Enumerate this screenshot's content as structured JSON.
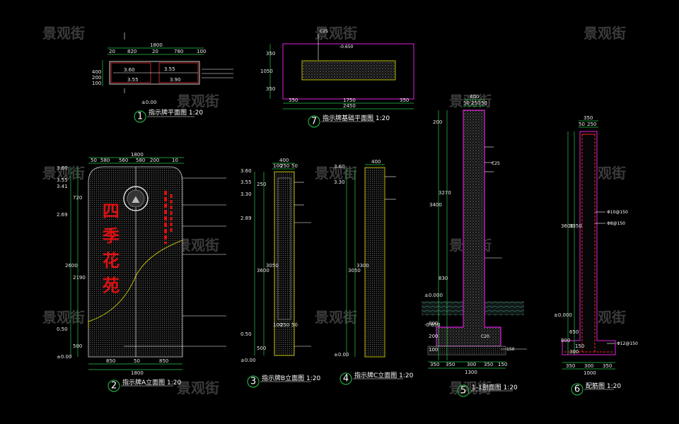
{
  "watermark": "景观街",
  "views": {
    "v1": {
      "num": "1",
      "title": "指示牌平面图 1:20"
    },
    "v2": {
      "num": "2",
      "title": "指示牌A立面图 1:20"
    },
    "v3": {
      "num": "3",
      "title": "指示牌B立面图 1:20"
    },
    "v4": {
      "num": "4",
      "title": "指示牌C立面图 1:20"
    },
    "v5": {
      "num": "5",
      "title": "1-1剖面图 1:20"
    },
    "v6": {
      "num": "6",
      "title": "配筋图 1:20"
    },
    "v7": {
      "num": "7",
      "title": "指示牌基础平面图 1:20"
    }
  },
  "plan1": {
    "top_total": "1800",
    "top_parts": [
      "20",
      "820",
      "20",
      "780",
      "100"
    ],
    "levels": [
      "3.60",
      "3.55",
      "3.55",
      "3.90"
    ],
    "left_dims": [
      "400",
      "200",
      "100"
    ],
    "base_level": "±0.00"
  },
  "found7": {
    "concrete_label": "C25",
    "level": "-0.650",
    "bottom_parts": [
      "350",
      "1750",
      "350"
    ],
    "bottom_total": "2450",
    "left_dims": [
      "350",
      "1050",
      "350"
    ]
  },
  "elevA": {
    "top_total": "1800",
    "top_parts": [
      "50",
      "580",
      "560",
      "580",
      "200",
      "10"
    ],
    "levels": [
      "3.60",
      "3.55",
      "3.41",
      "2.69",
      "0.50",
      "±0.00"
    ],
    "left_dims": [
      "720",
      "2190",
      "2600",
      "500"
    ],
    "bottom_parts": [
      "850",
      "50",
      "850"
    ],
    "bottom_total": "1800",
    "chars": [
      "四",
      "季",
      "花",
      "苑"
    ]
  },
  "elevB": {
    "top_total": "400",
    "top_parts": [
      "100",
      "250",
      "50"
    ],
    "levels": [
      "3.60",
      "3.55",
      "3.30",
      "2.89",
      "0.50",
      "±0.00"
    ],
    "dims": [
      "250",
      "3600",
      "3050",
      "500"
    ],
    "mid_parts": [
      "100",
      "250",
      "50"
    ]
  },
  "elevC": {
    "top": "400",
    "levels": [
      "3.60",
      "3.30",
      "±0.00"
    ],
    "dims": [
      "3050",
      "3300"
    ]
  },
  "sec5": {
    "top_total": "400",
    "top_parts": [
      "50",
      "250",
      "50"
    ],
    "left_dims": [
      "200",
      "3400",
      "3270",
      "830",
      "800",
      "200",
      "100"
    ],
    "mid_label": "C25",
    "level_a": "±0.000",
    "level_b": "-0.650",
    "foot_label": "C20",
    "bottom_parts": [
      "350",
      "350",
      "300",
      "350",
      "150"
    ],
    "bottom_total": "1300",
    "gravel": "150"
  },
  "sec6": {
    "top_total": "350",
    "top_parts": [
      "50",
      "250"
    ],
    "left_dims": [
      "3600",
      "3350",
      "800",
      "650",
      "300"
    ],
    "level": "±0.000",
    "rebar_labels": [
      "Φ10@150",
      "Φ8@150",
      "Φ12@150"
    ],
    "bottom_parts": [
      "350",
      "300",
      "350"
    ],
    "bottom_total": "1000",
    "mid": "150"
  }
}
